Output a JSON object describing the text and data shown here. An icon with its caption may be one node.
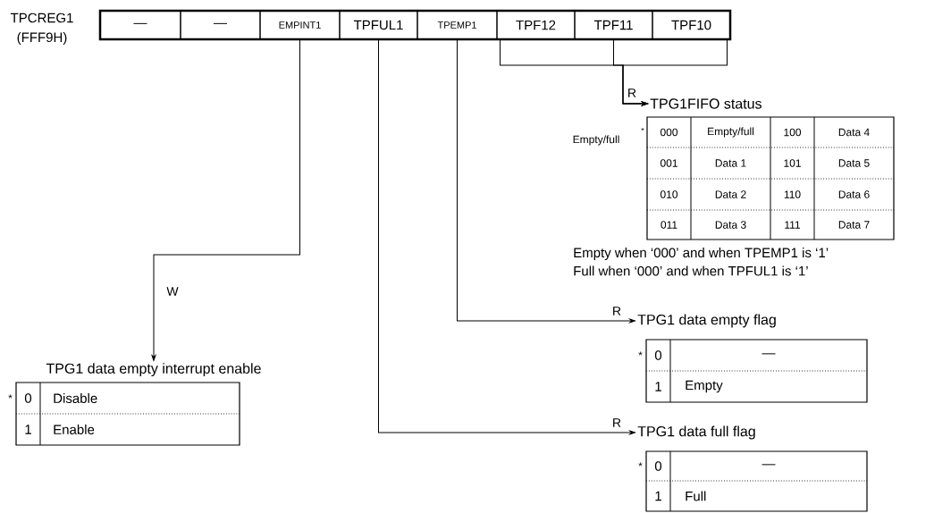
{
  "diagram": {
    "nodes": [
      {
        "text": [
          "—"
        ]
      },
      {
        "text": [
          "—"
        ]
      },
      {
        "text": [
          "EMPINT1"
        ]
      },
      {
        "text": [
          "TPFUL1"
        ]
      },
      {
        "text": [
          "TPEMP1"
        ]
      },
      {
        "text": [
          "TPF12"
        ]
      },
      {
        "text": [
          "TPF11"
        ]
      },
      {
        "text": [
          "TPF10"
        ]
      },
      {
        "text": [
          "TPG1FIFO status"
        ]
      },
      {
        "text": [
          "TPG1 data empty interrupt enable"
        ]
      },
      {
        "text": [
          "TPG1 data empty flag"
        ]
      },
      {
        "text": [
          "TPG1 data full flag"
        ]
      }
    ],
    "edges": [
      {
        "from": 5,
        "to": 8,
        "arrow": "to",
        "label": "R"
      },
      {
        "from": 6,
        "to": 8,
        "arrow": "to"
      },
      {
        "from": 7,
        "to": 8,
        "arrow": "to"
      },
      {
        "from": 4,
        "to": 10,
        "arrow": "to",
        "label": "R"
      },
      {
        "from": 3,
        "to": 11,
        "arrow": "to",
        "label": "R"
      },
      {
        "from": 2,
        "to": 9,
        "arrow": "to",
        "label": "W"
      }
    ],
    "labels": [
      "TPCREG1",
      "(FFF9H)",
      "Empty/full",
      "*",
      "000",
      "Empty/full",
      "100",
      "Data 4",
      "001",
      "Data 1",
      "101",
      "Data 5",
      "010",
      "Data 2",
      "110",
      "Data 6",
      "011",
      "Data 3",
      "111",
      "Data 7",
      "Empty when ‘000’ and when TPEMP1 is ‘1’",
      "Full when ‘000’ and when TPFUL1 is ‘1’",
      "*",
      "0",
      "Disable",
      "1",
      "Enable",
      "*",
      "0",
      "—",
      "1",
      "Empty",
      "*",
      "0",
      "—",
      "1",
      "Full"
    ]
  }
}
